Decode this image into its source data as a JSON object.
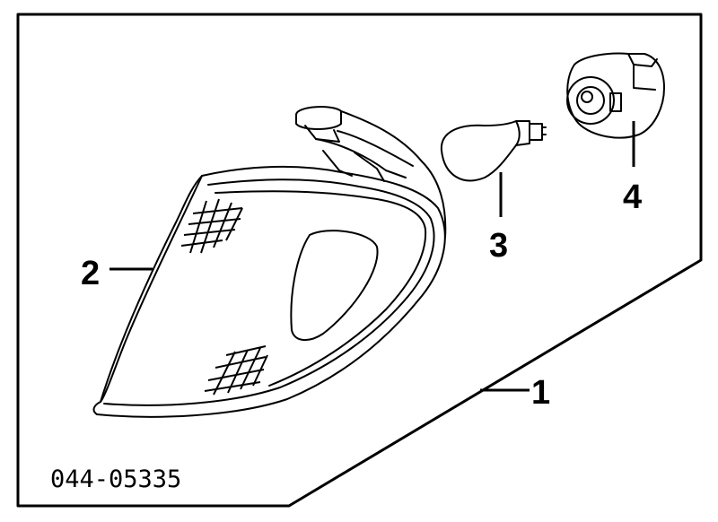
{
  "callouts": {
    "part_1": "1",
    "part_2": "2",
    "part_3": "3",
    "part_4": "4"
  },
  "part_code": "044-05335",
  "colors": {
    "line": "#000000",
    "background": "#ffffff"
  }
}
